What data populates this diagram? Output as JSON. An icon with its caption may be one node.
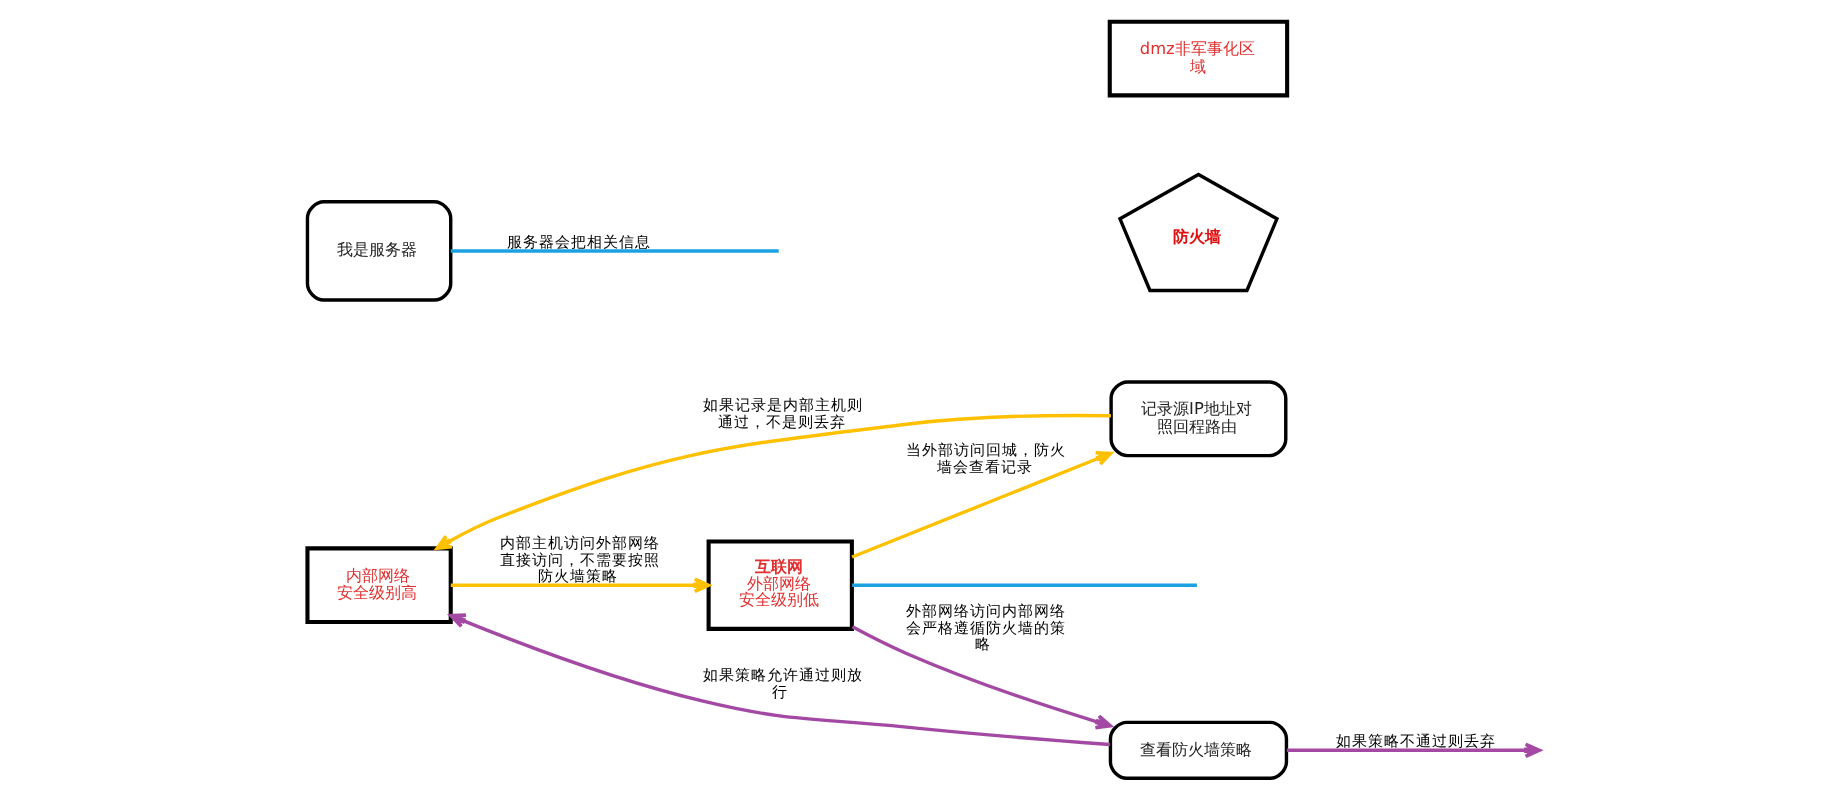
{
  "diagram": {
    "nodes": [
      {
        "text": [
          "内部网络",
          "安全级别高"
        ]
      },
      {
        "text": [
          "互联网",
          "外部网络",
          "安全级别低"
        ]
      },
      {
        "text": [
          "记录源IP地址对照回程路由"
        ]
      },
      {
        "text": [
          "防火墙"
        ]
      },
      {
        "text": [
          "查看防火墙策略"
        ]
      },
      {
        "text": [
          "我是服务器"
        ]
      },
      {
        "text": [
          "dmz非军事化区域"
        ]
      }
    ],
    "edges": [
      {
        "from": 0,
        "to": 1,
        "arrow": "to",
        "label": "内部主机访问外部网络直接访问，不需要按照防火墙策略",
        "color": "#ffc000"
      },
      {
        "from": 1,
        "to": 2,
        "arrow": "to",
        "label": "当外部访问回城，防火墙会查看记录",
        "color": "#ffc000"
      },
      {
        "from": 2,
        "to": 0,
        "arrow": "to",
        "label": "如果记录是内部主机则通过，不是则丢弃",
        "color": "#ffc000"
      },
      {
        "from": 1,
        "to": 4,
        "arrow": "to",
        "label": "外部网络访问内部网络会严格遵循防火墙的策略",
        "color": "#a349a4"
      },
      {
        "from": 4,
        "to": 0,
        "arrow": "to",
        "label": "如果策略允许通过则放行",
        "color": "#a349a4"
      },
      {
        "from": 4,
        "to": null,
        "arrow": "to",
        "label": "如果策略不通过则丢弃",
        "color": "#a349a4"
      },
      {
        "from": 5,
        "to": null,
        "arrow": "none",
        "label": "服务器会把相关信息",
        "color": "#1ba1e2"
      },
      {
        "from": 1,
        "to": null,
        "arrow": "none",
        "color": "#1ba1e2"
      }
    ]
  }
}
